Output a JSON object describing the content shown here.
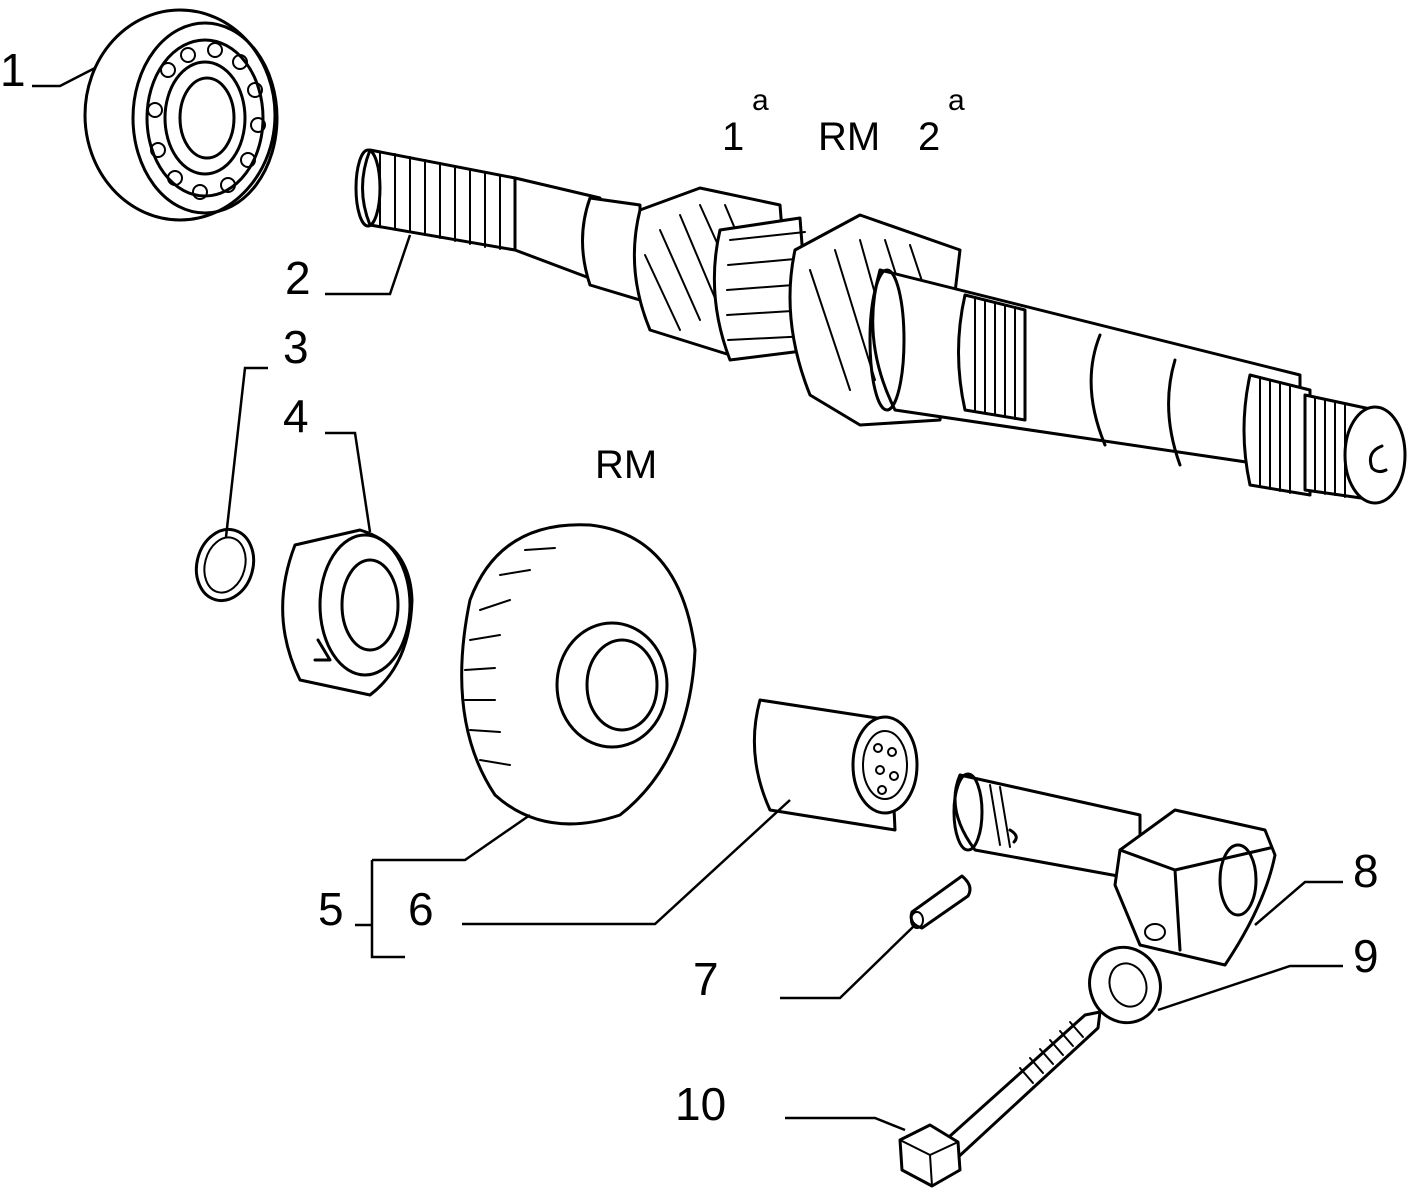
{
  "callouts": [
    {
      "id": "1",
      "text": "1"
    },
    {
      "id": "2",
      "text": "2"
    },
    {
      "id": "3",
      "text": "3"
    },
    {
      "id": "4",
      "text": "4"
    },
    {
      "id": "5",
      "text": "5"
    },
    {
      "id": "6",
      "text": "6"
    },
    {
      "id": "7",
      "text": "7"
    },
    {
      "id": "8",
      "text": "8"
    },
    {
      "id": "9",
      "text": "9"
    },
    {
      "id": "10",
      "text": "10"
    }
  ],
  "gear_labels": {
    "first": "1",
    "first_sup": "a",
    "reverse_top": "RM",
    "second": "2",
    "second_sup": "a",
    "reverse_idler": "RM"
  }
}
